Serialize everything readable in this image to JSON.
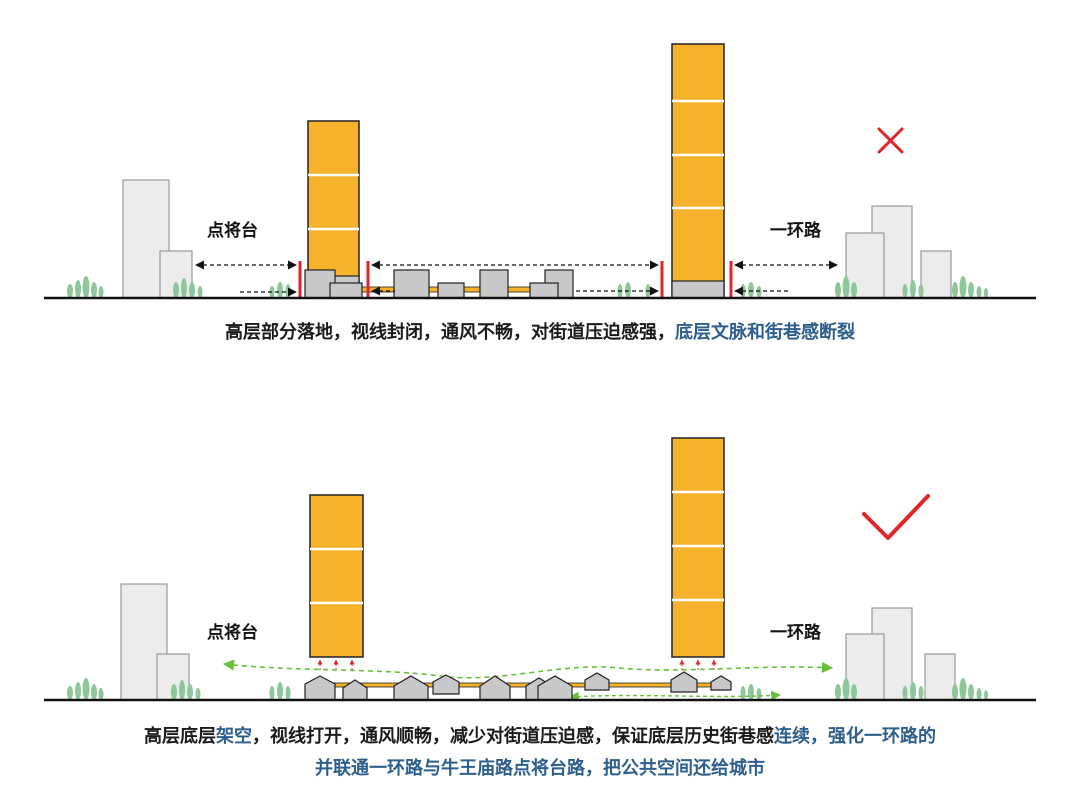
{
  "top_panel": {
    "label_left": "点将台",
    "label_right": "一环路",
    "verdict_icon": "cross-icon",
    "verdict_color": "#e0262b",
    "caption_plain": "高层部分落地，视线封闭，通风不畅，对街道压迫感强，",
    "caption_highlight": "底层文脉和街巷感断裂"
  },
  "bottom_panel": {
    "label_left": "点将台",
    "label_right": "一环路",
    "verdict_icon": "check-icon",
    "verdict_color": "#e0262b",
    "caption_line1_plain_a": "高层底层",
    "caption_line1_highlight_a": "架空",
    "caption_line1_plain_b": "，视线打开，通风顺畅，减少对街道压迫感，保证底层历史街巷感",
    "caption_line1_highlight_b": "连续，强化一环路的",
    "caption_line2_highlight": "并联通一环路与牛王庙路点将台路，把公共空间还给城市"
  },
  "colors": {
    "tower": "#f5b22a",
    "low_building": "#c8c8ca",
    "context_building": "#ececec",
    "tree": "#8dc79a",
    "wall": "#e0262b",
    "airflow": "#6abf3a",
    "caption_highlight": "#2e5f8c"
  }
}
